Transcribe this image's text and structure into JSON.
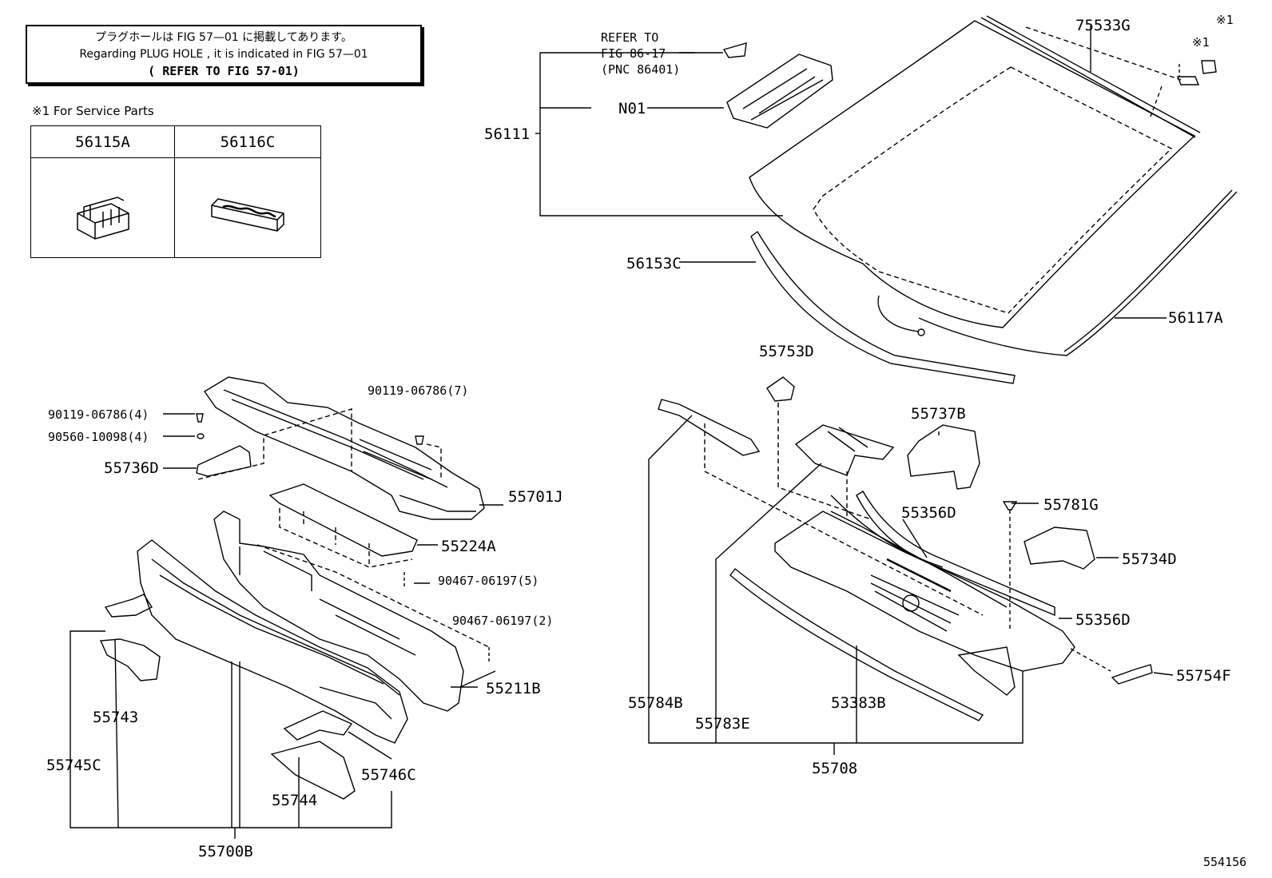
{
  "note": {
    "line1": "プラグホールは FIG 57—01 に掲載してあります。",
    "line2": "Regarding PLUG HOLE , it is indicated in FIG 57—01",
    "line3": "( REFER TO FIG 57-01)"
  },
  "service": {
    "title": "※1  For Service Parts",
    "col1": "56115A",
    "col2": "56116C"
  },
  "marks": {
    "star1": "※1"
  },
  "refer": {
    "l1": "REFER TO",
    "l2": "FIG 86-17",
    "l3": "(PNC 86401)"
  },
  "labels": {
    "p56111": "56111",
    "n01": "N01",
    "p75533G": "75533G",
    "p56153C": "56153C",
    "p56117A": "56117A",
    "p55753D": "55753D",
    "p55737B": "55737B",
    "p55356D_1": "55356D",
    "p55781G": "55781G",
    "p55734D": "55734D",
    "p55356D_2": "55356D",
    "p55754F": "55754F",
    "p55784B": "55784B",
    "p55783E": "55783E",
    "p53383B": "53383B",
    "p55708": "55708",
    "b90119_4": "90119-06786(4)",
    "b90560": "90560-10098(4)",
    "b90119_7": "90119-06786(7)",
    "p55736D": "55736D",
    "p55701J": "55701J",
    "p55224A": "55224A",
    "c90467_5": "90467-06197(5)",
    "c90467_2": "90467-06197(2)",
    "p55211B": "55211B",
    "p55743": "55743",
    "p55745C": "55745C",
    "p55746C": "55746C",
    "p55744": "55744",
    "p55700B": "55700B"
  },
  "figure_id": "554156"
}
